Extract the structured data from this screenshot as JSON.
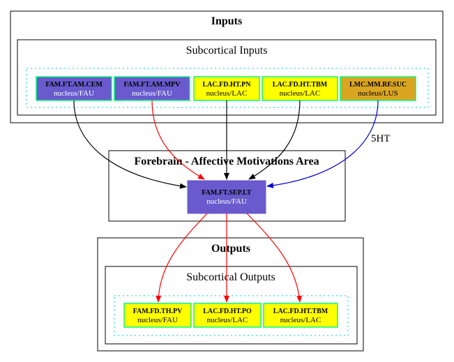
{
  "clusters": {
    "inputs": {
      "title": "Inputs"
    },
    "subcortical_inputs": {
      "title": "Subcortical Inputs"
    },
    "forebrain": {
      "title": "Forebrain - Affective Motivations Area"
    },
    "outputs": {
      "title": "Outputs"
    },
    "subcortical_outputs": {
      "title": "Subcortical Outputs"
    }
  },
  "nodes": {
    "am_cem": {
      "title": "FAM.FT.AM.CEM",
      "sub": "nucleus/FAU",
      "fill": "#6a5acd"
    },
    "am_mpv": {
      "title": "FAM.FT.AM.MPV",
      "sub": "nucleus/FAU",
      "fill": "#6a5acd"
    },
    "ht_pn": {
      "title": "LAC.FD.HT.PN",
      "sub": "nucleus/LAC",
      "fill": "#ffff00"
    },
    "ht_tbm_in": {
      "title": "LAC.FD.HT.TBM",
      "sub": "nucleus/LAC",
      "fill": "#ffff00"
    },
    "rf_suc": {
      "title": "LMC.MM.RF.SUC",
      "sub": "nucleus/LUS",
      "fill": "#daa520"
    },
    "sep_lt": {
      "title": "FAM.FT.SEP.LT",
      "sub": "nucleus/FAU",
      "fill": "#6a5acd"
    },
    "th_pv": {
      "title": "FAM.FD.TH.PV",
      "sub": "nucleus/FAU",
      "fill": "#ffff00"
    },
    "ht_po": {
      "title": "LAC.FD.HT.PO",
      "sub": "nucleus/LAC",
      "fill": "#ffff00"
    },
    "ht_tbm_out": {
      "title": "LAC.FD.HT.TBM",
      "sub": "nucleus/LAC",
      "fill": "#ffff00"
    }
  },
  "edges": [
    {
      "from": "FAM.FT.AM.CEM",
      "to": "FAM.FT.SEP.LT",
      "color": "#000000",
      "label": ""
    },
    {
      "from": "FAM.FT.AM.MPV",
      "to": "FAM.FT.SEP.LT",
      "color": "#ff0000",
      "label": ""
    },
    {
      "from": "LAC.FD.HT.PN",
      "to": "FAM.FT.SEP.LT",
      "color": "#000000",
      "label": ""
    },
    {
      "from": "LAC.FD.HT.TBM",
      "to": "FAM.FT.SEP.LT",
      "color": "#000000",
      "label": ""
    },
    {
      "from": "LMC.MM.RF.SUC",
      "to": "FAM.FT.SEP.LT",
      "color": "#0000cd",
      "label": "5HT"
    },
    {
      "from": "FAM.FT.SEP.LT",
      "to": "FAM.FD.TH.PV",
      "color": "#ff0000",
      "label": ""
    },
    {
      "from": "FAM.FT.SEP.LT",
      "to": "LAC.FD.HT.PO",
      "color": "#ff0000",
      "label": ""
    },
    {
      "from": "FAM.FT.SEP.LT",
      "to": "LAC.FD.HT.TBM",
      "color": "#ff0000",
      "label": ""
    }
  ],
  "colors": {
    "node_border": "#00ff7f",
    "group_border": "#00ced1",
    "red_edge": "#ff0000",
    "black_edge": "#000000",
    "blue_edge": "#0000cd"
  }
}
